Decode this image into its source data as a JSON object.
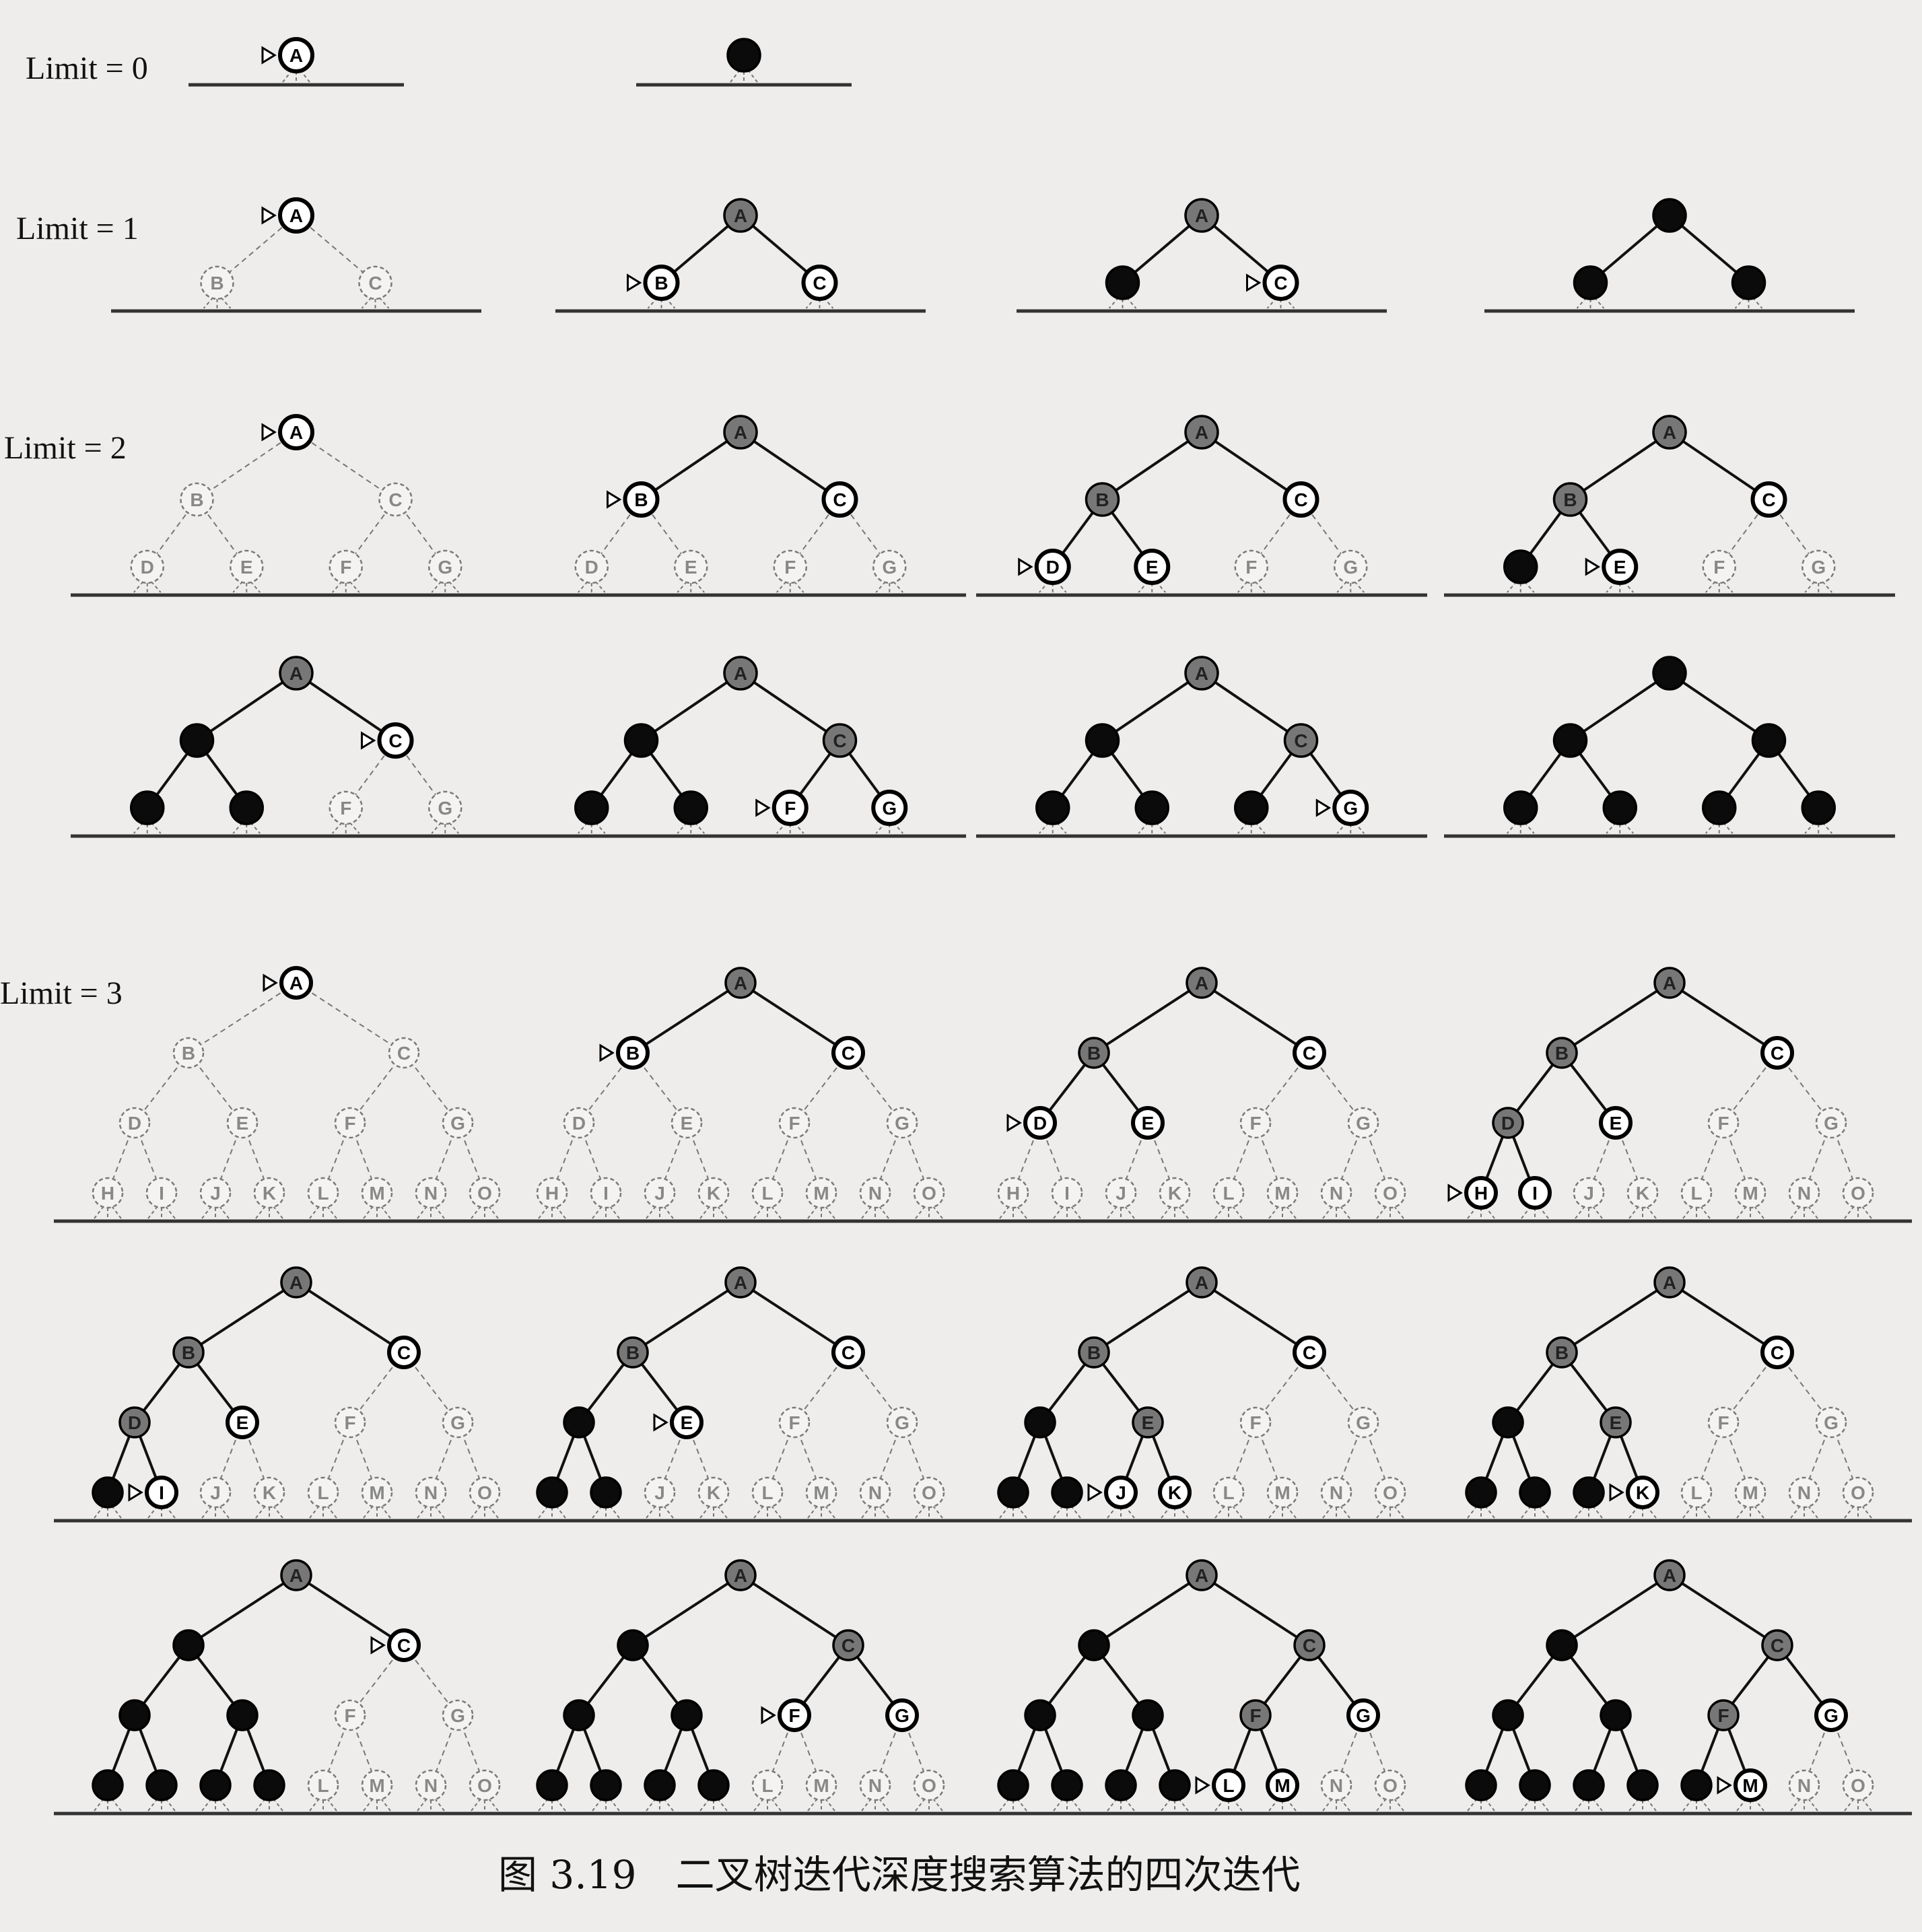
{
  "row_labels": [
    "Limit = 0",
    "Limit = 1",
    "Limit = 2",
    "Limit = 3"
  ],
  "caption": "图 3.19　二叉树迭代深度搜索算法的四次迭代",
  "node_labels": [
    "A",
    "B",
    "C",
    "D",
    "E",
    "F",
    "G",
    "H",
    "I",
    "J",
    "K",
    "L",
    "M",
    "N",
    "O"
  ],
  "node_state_legend": {
    "U": "unexpanded (dashed outline)",
    "W": "frontier (white)",
    "G": "expanded (gray)",
    "X": "removed from memory (black)"
  },
  "iterations": [
    {
      "limit": 0,
      "steps": [
        {
          "depth": 0,
          "states": "W",
          "marker": "A"
        },
        {
          "depth": 0,
          "states": "X",
          "marker": ""
        }
      ]
    },
    {
      "limit": 1,
      "steps": [
        {
          "depth": 1,
          "states": "WUU",
          "marker": "A"
        },
        {
          "depth": 1,
          "states": "GWW",
          "marker": "B"
        },
        {
          "depth": 1,
          "states": "GXW",
          "marker": "C"
        },
        {
          "depth": 1,
          "states": "XXX",
          "marker": ""
        }
      ]
    },
    {
      "limit": 2,
      "steps": [
        {
          "depth": 2,
          "states": "WUUUUUU",
          "marker": "A"
        },
        {
          "depth": 2,
          "states": "GWWUUUU",
          "marker": "B"
        },
        {
          "depth": 2,
          "states": "GGWWWUU",
          "marker": "D"
        },
        {
          "depth": 2,
          "states": "GGWXWUU",
          "marker": "E"
        },
        {
          "depth": 2,
          "states": "GXWXXUU",
          "marker": "C"
        },
        {
          "depth": 2,
          "states": "GXGXXWW",
          "marker": "F"
        },
        {
          "depth": 2,
          "states": "GXGXXXW",
          "marker": "G"
        },
        {
          "depth": 2,
          "states": "XXXXXXX",
          "marker": ""
        }
      ]
    },
    {
      "limit": 3,
      "steps": [
        {
          "depth": 3,
          "states": "WUUUUUUUUUUUUUU",
          "marker": "A"
        },
        {
          "depth": 3,
          "states": "GWWUUUUUUUUUUUU",
          "marker": "B"
        },
        {
          "depth": 3,
          "states": "GGWWWUUUUUUUUUU",
          "marker": "D"
        },
        {
          "depth": 3,
          "states": "GGWGWUUWWUUUUUU",
          "marker": "H"
        },
        {
          "depth": 3,
          "states": "GGWGWUUXWUUUUUU",
          "marker": "I"
        },
        {
          "depth": 3,
          "states": "GGWXWUUXXUUUUUU",
          "marker": "E"
        },
        {
          "depth": 3,
          "states": "GGWXGUUXXWWUUUU",
          "marker": "J"
        },
        {
          "depth": 3,
          "states": "GGWXGUUXXXWUUUU",
          "marker": "K"
        },
        {
          "depth": 3,
          "states": "GXWXXUUXXXXUUUU",
          "marker": "C"
        },
        {
          "depth": 3,
          "states": "GXGXXWWXXXXUUUU",
          "marker": "F"
        },
        {
          "depth": 3,
          "states": "GXGXXGWXXXXWWUU",
          "marker": "L"
        },
        {
          "depth": 3,
          "states": "GXGXXGWXXXXXWUU",
          "marker": "M"
        }
      ]
    }
  ]
}
